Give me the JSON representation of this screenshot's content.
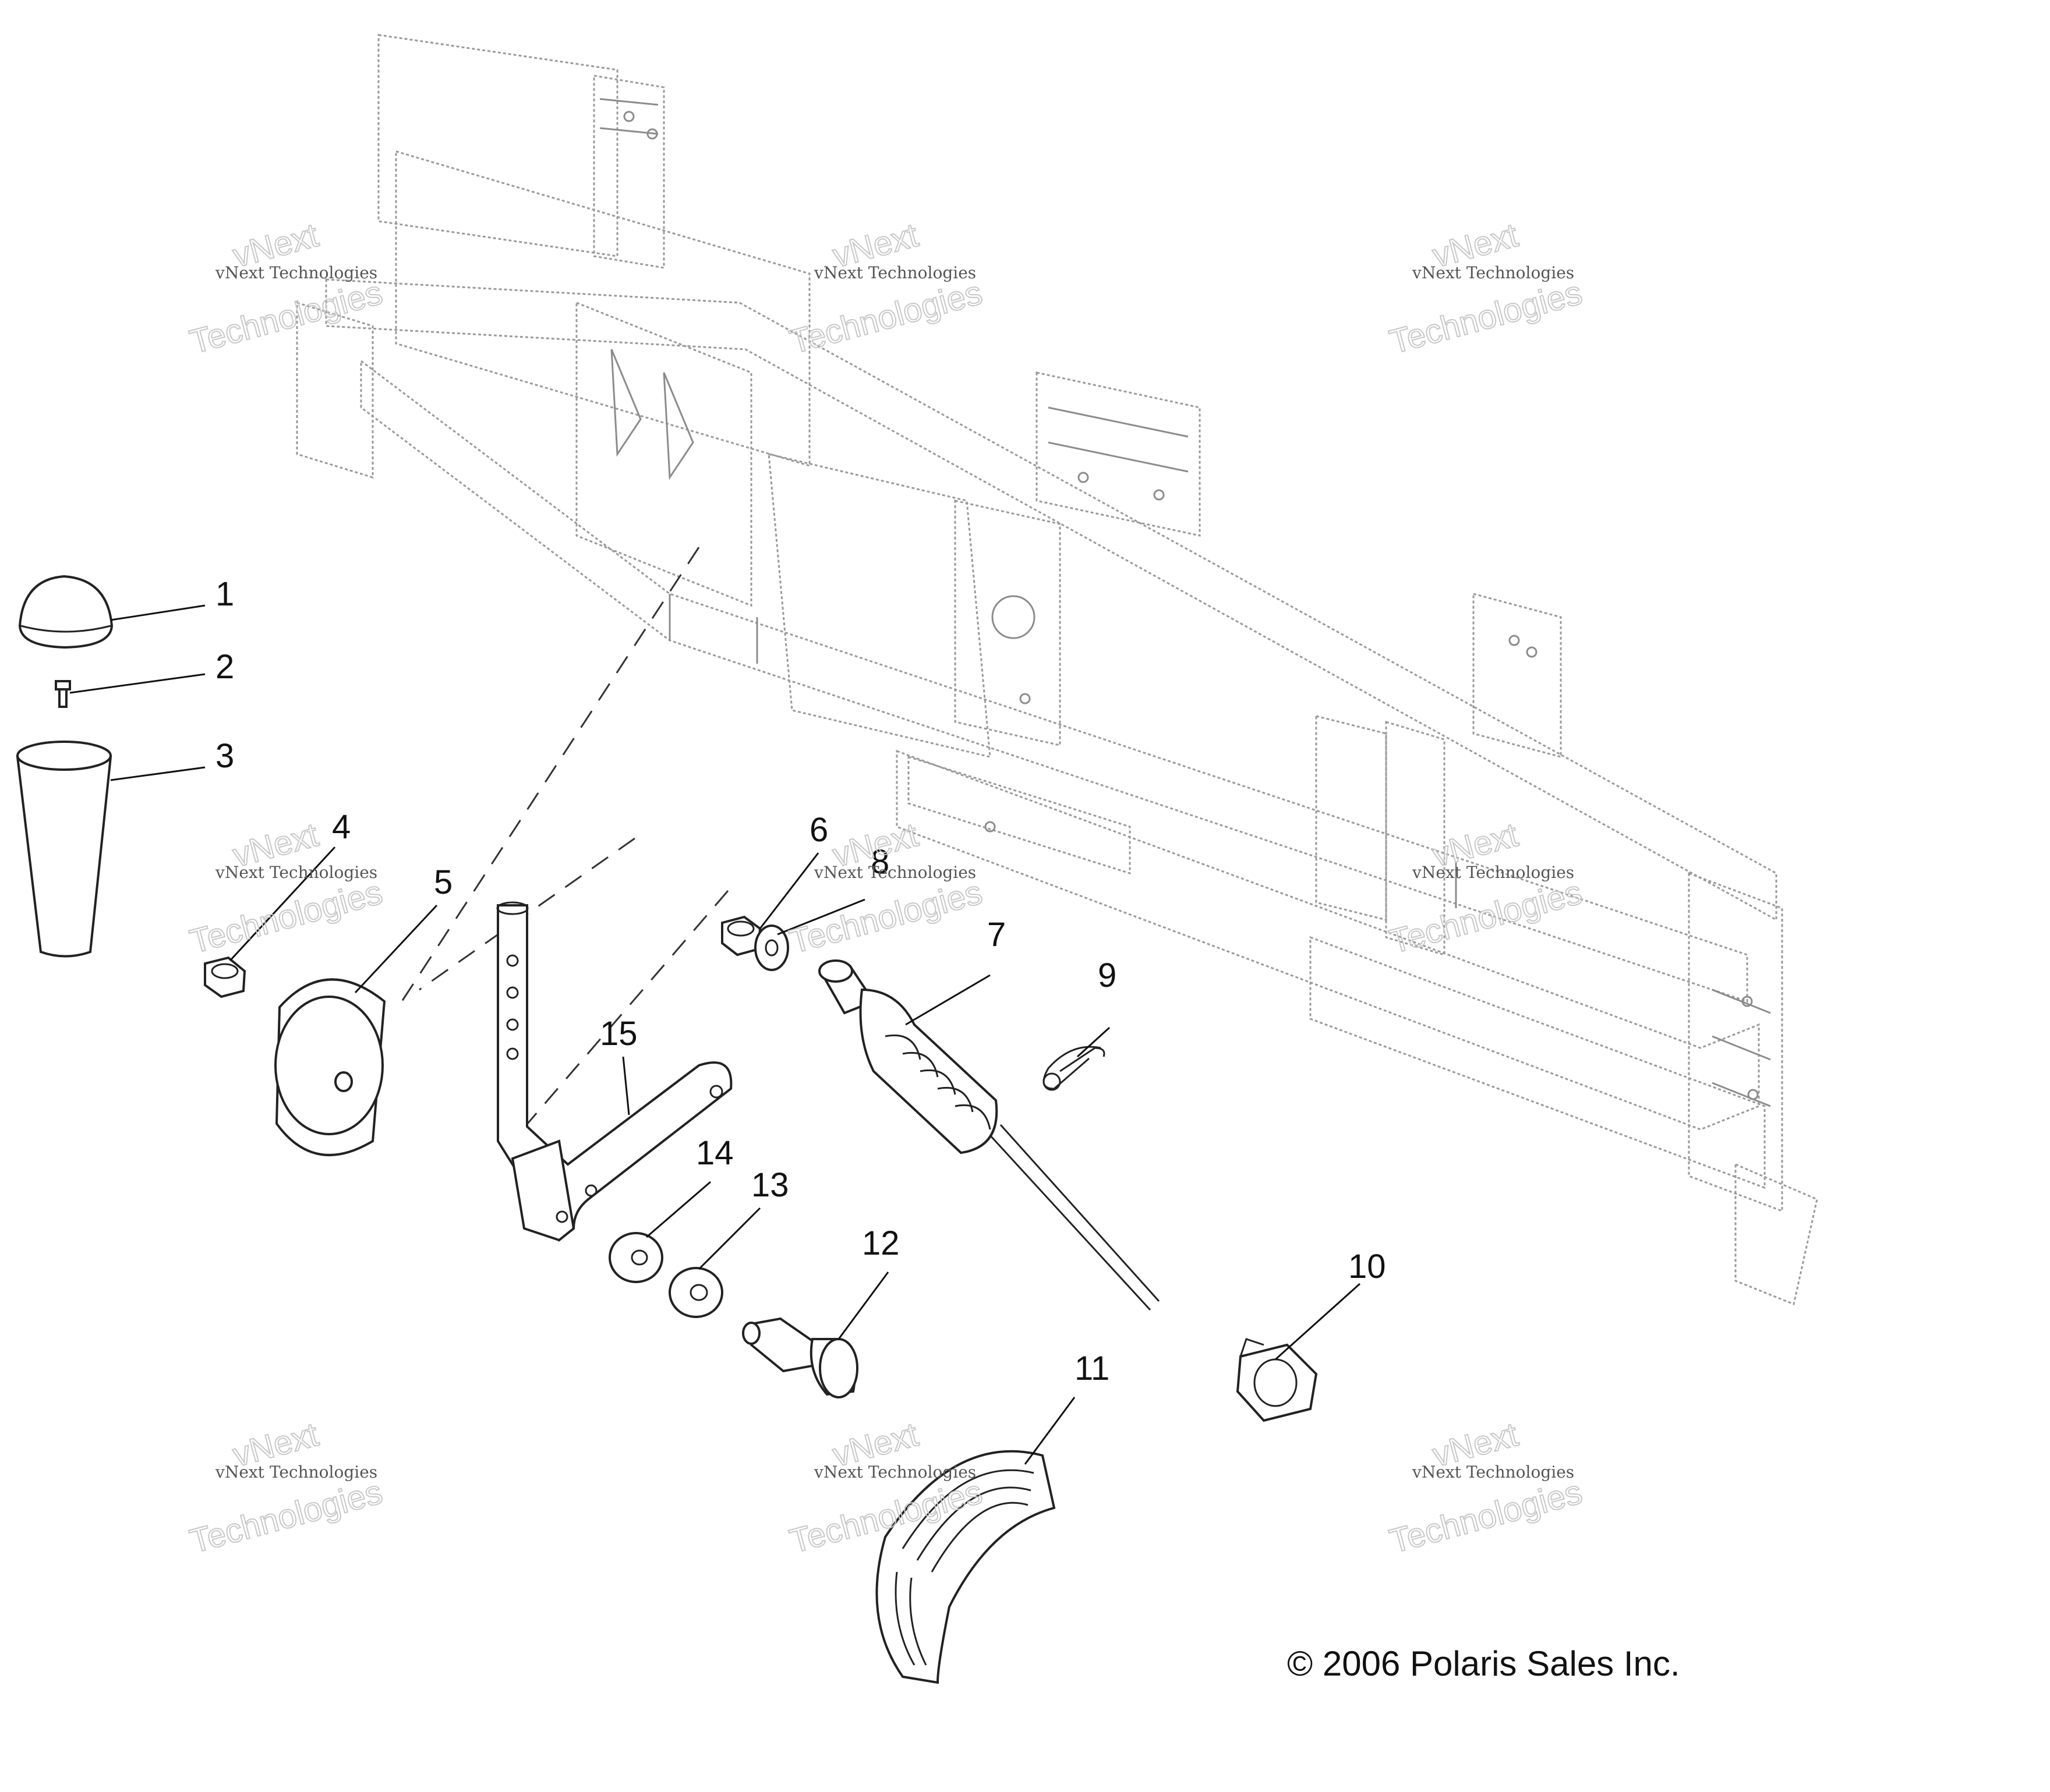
{
  "diagram": {
    "copyright": "© 2006 Polaris Sales Inc.",
    "watermark": {
      "line1": "vNext Technologies",
      "line2": "vNext",
      "line3": "Technologies"
    },
    "callouts": [
      "1",
      "2",
      "3",
      "4",
      "5",
      "6",
      "7",
      "8",
      "9",
      "10",
      "11",
      "12",
      "13",
      "14",
      "15"
    ]
  }
}
